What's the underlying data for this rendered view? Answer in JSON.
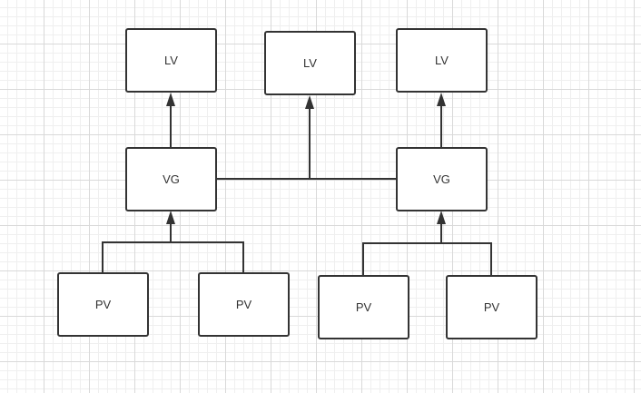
{
  "diagram": {
    "nodes": [
      {
        "id": "lv1",
        "label": "LV"
      },
      {
        "id": "lv2",
        "label": "LV"
      },
      {
        "id": "lv3",
        "label": "LV"
      },
      {
        "id": "vg1",
        "label": "VG"
      },
      {
        "id": "vg2",
        "label": "VG"
      },
      {
        "id": "pv1",
        "label": "PV"
      },
      {
        "id": "pv2",
        "label": "PV"
      },
      {
        "id": "pv3",
        "label": "PV"
      },
      {
        "id": "pv4",
        "label": "PV"
      }
    ],
    "edges": [
      {
        "from": "vg1",
        "to": "lv1"
      },
      {
        "from": "vg1",
        "to": "lv2"
      },
      {
        "from": "vg2",
        "to": "lv2"
      },
      {
        "from": "vg2",
        "to": "lv3"
      },
      {
        "from": "pv1",
        "to": "vg1"
      },
      {
        "from": "pv2",
        "to": "vg1"
      },
      {
        "from": "pv3",
        "to": "vg2"
      },
      {
        "from": "pv4",
        "to": "vg2"
      }
    ],
    "colors": {
      "stroke": "#333333",
      "fill": "#ffffff",
      "grid": "#d9d9d9"
    }
  }
}
